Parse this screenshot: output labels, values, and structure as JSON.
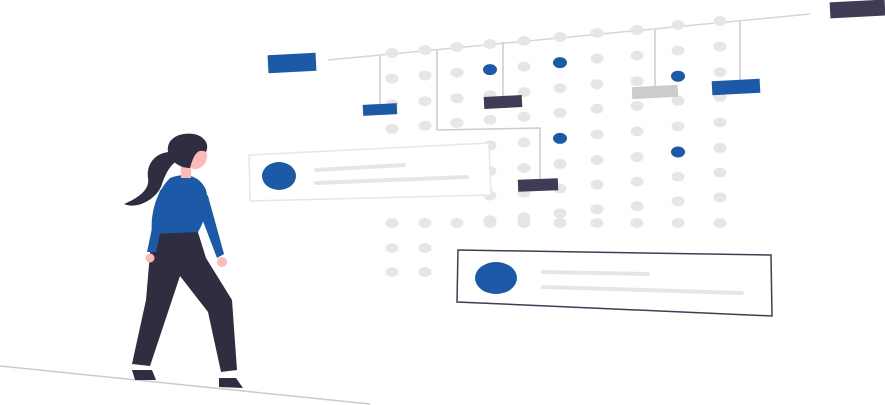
{
  "illustration": {
    "subject": "woman-viewing-dashboard",
    "colors": {
      "primary": "#1c5aa8",
      "dark": "#3f3d56",
      "figure_dark": "#2f2e41",
      "dot": "#e6e6e6",
      "line": "#cccccc",
      "card_border": "#3f3d56",
      "card_border_light": "#e6e6e6",
      "skin": "#ffb8b8",
      "background": "#ffffff"
    },
    "icons": [
      "person-figure",
      "profile-avatar-icon",
      "timeline-flag-icon",
      "dot-grid"
    ]
  }
}
